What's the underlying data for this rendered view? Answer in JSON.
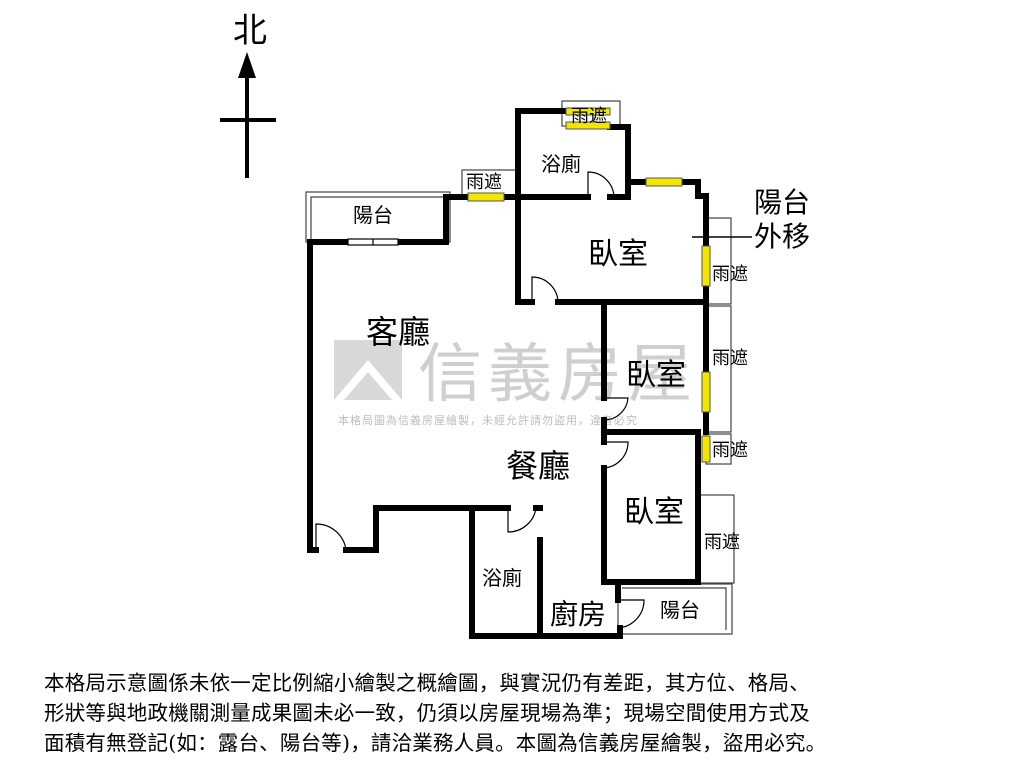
{
  "compass": {
    "label": "北"
  },
  "rooms": {
    "rain_cover_top": "雨遮",
    "bathroom_north": "浴廁",
    "rain_cover_north": "雨遮",
    "balcony_west": "陽台",
    "balcony_moved_1": "陽台",
    "balcony_moved_2": "外移",
    "bedroom_1": "臥室",
    "rain_cover_east_1": "雨遮",
    "living_room": "客廳",
    "rain_cover_east_2": "雨遮",
    "bedroom_2": "臥室",
    "rain_cover_east_3": "雨遮",
    "dining_room": "餐廳",
    "bedroom_3": "臥室",
    "rain_cover_east_4": "雨遮",
    "bathroom_south": "浴廁",
    "kitchen": "廚房",
    "balcony_south": "陽台"
  },
  "watermark": {
    "brand": "信義房屋",
    "notice": "本格局圖為信義房屋繪製，未經允許請勿盜用，違者必究"
  },
  "disclaimer": {
    "line1": "本格局示意圖係未依一定比例縮小繪製之概繪圖，與實況仍有差距，其方位、格局、",
    "line2": "形狀等與地政機關測量成果圖未必一致，仍須以房屋現場為準；現場空間使用方式及",
    "line3": "面積有無登記(如：露台、陽台等)，請洽業務人員。本圖為信義房屋繪製，盜用必究。"
  },
  "colors": {
    "wall": "#000000",
    "window": "#f2e600",
    "watermark": "#cfcfcf"
  }
}
